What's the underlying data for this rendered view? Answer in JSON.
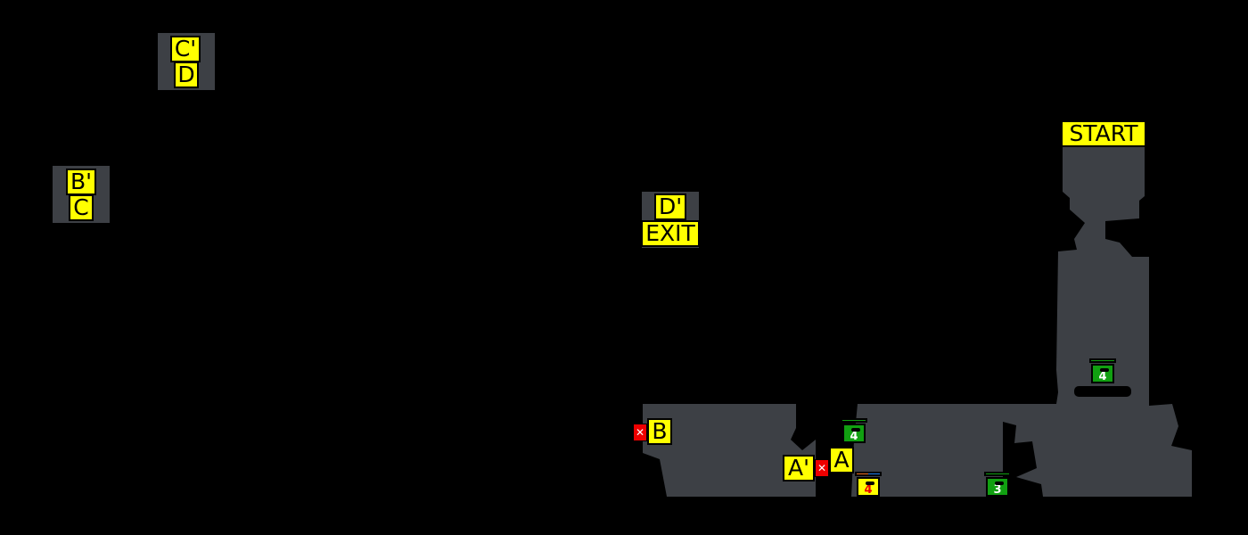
{
  "labels": {
    "c_prime": "C'",
    "d": "D",
    "b_prime": "B'",
    "c": "C",
    "d_prime": "D'",
    "exit": "EXIT",
    "start": "START",
    "b": "B",
    "a_prime": "A'",
    "a": "A"
  },
  "chests": [
    {
      "count": "4",
      "color": "#11a011"
    },
    {
      "count": "4",
      "color": "#11a011"
    },
    {
      "count": "4",
      "color": "#ffff00"
    },
    {
      "count": "3",
      "color": "#11a011"
    }
  ],
  "colors": {
    "room": "#3d4045",
    "label": "#ffff00",
    "locked": "#e00000"
  },
  "icons": {
    "locked_door": "x-mark"
  }
}
